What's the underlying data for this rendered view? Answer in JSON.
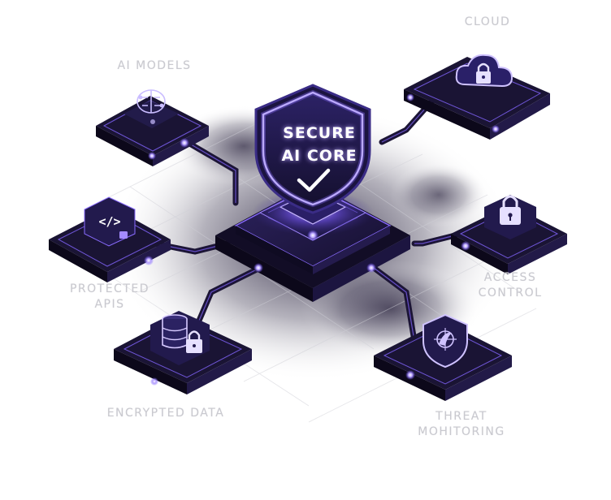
{
  "core": {
    "line1": "SECURE",
    "line2": "AI CORE",
    "icon": "shield-check-icon"
  },
  "nodes": {
    "cloud": {
      "label": "CLOUD",
      "icon": "cloud-lock-icon"
    },
    "ai_models": {
      "label": "AI MODELS",
      "icon": "brain-circuit-icon"
    },
    "protected_apis": {
      "line1": "PROTECTED",
      "line2": "APIS",
      "icon": "code-icon"
    },
    "access_control": {
      "line1": "ACCESS",
      "line2": "CONTROL",
      "icon": "padlock-icon"
    },
    "encrypted_data": {
      "label": "ENCRYPTED DATA",
      "icon": "database-lock-icon"
    },
    "threat_monitoring": {
      "line1": "THREAT",
      "line2": "MOHITORING",
      "icon": "shield-radar-icon"
    }
  },
  "colors": {
    "platform_dark": "#17112e",
    "platform_mid": "#2a1f57",
    "glow": "#8a6cff",
    "accent": "#b9a4ff",
    "label": "#c9c9cf"
  }
}
